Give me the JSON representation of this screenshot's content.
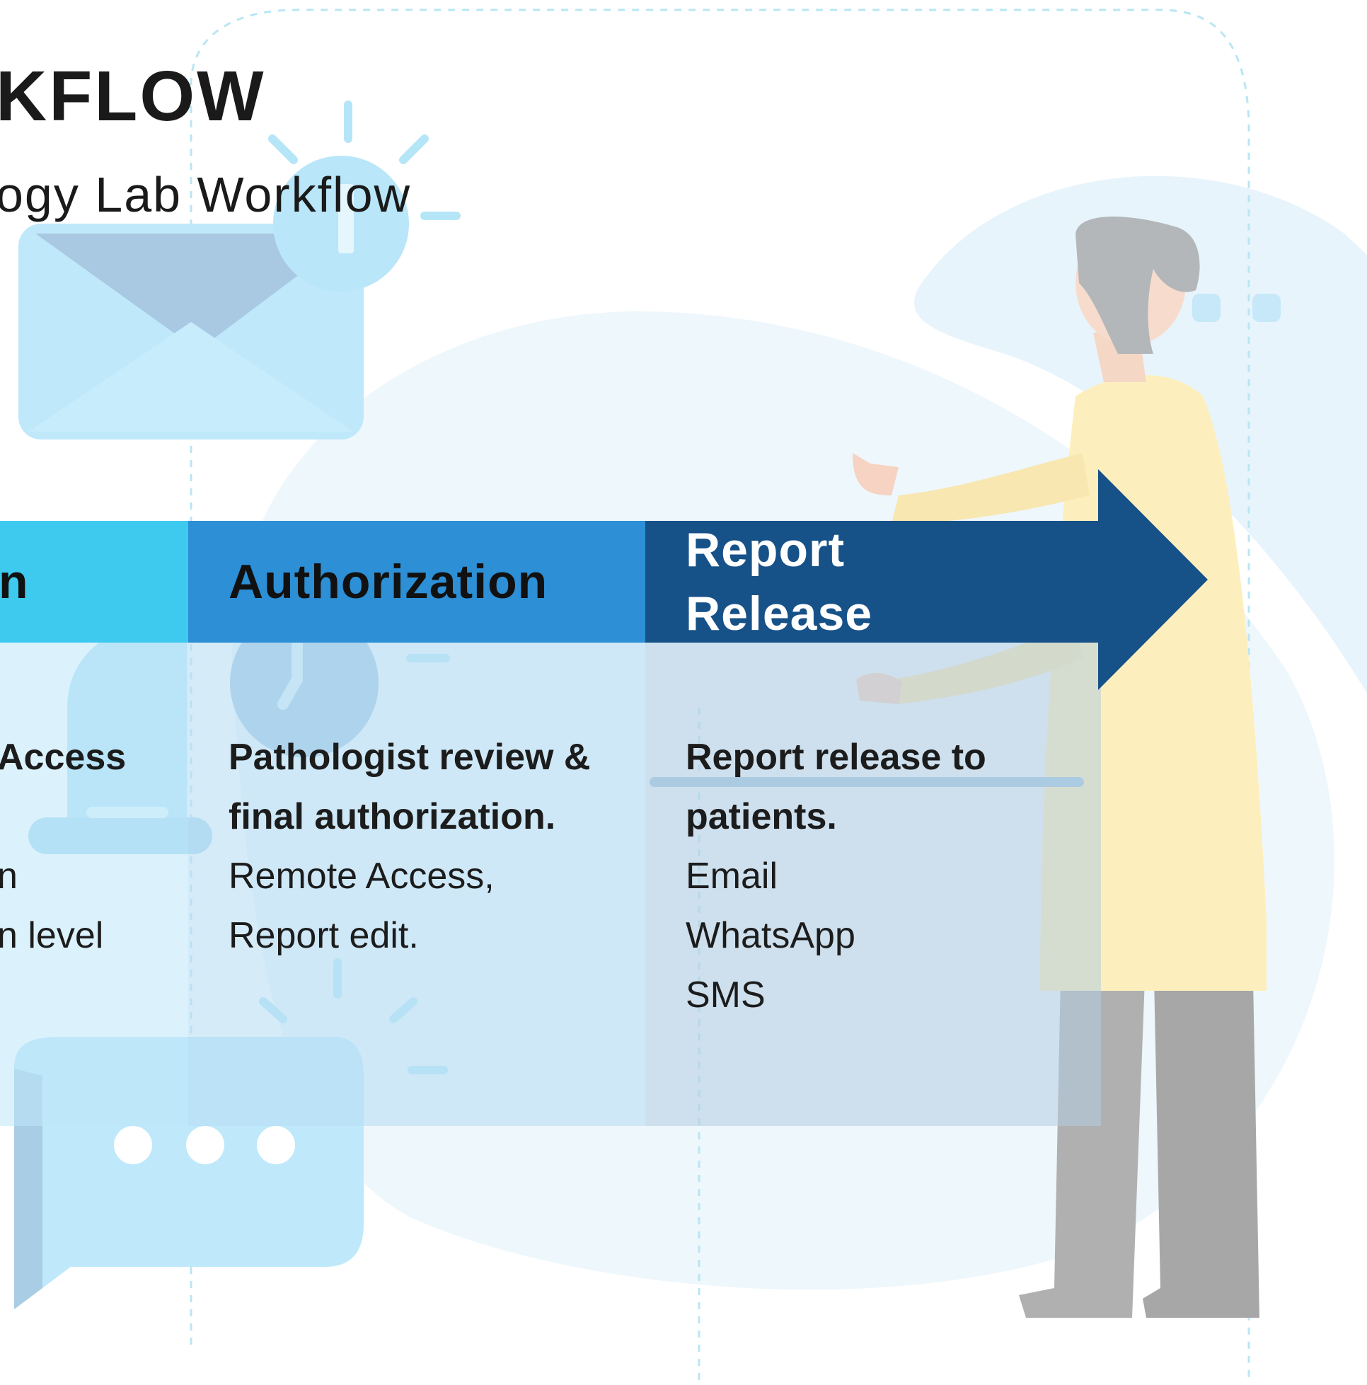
{
  "header": {
    "title": "KFLOW",
    "subtitle": "ogy Lab Workflow"
  },
  "steps": [
    {
      "heading": "n",
      "bold_lines": [
        "Access"
      ],
      "lines": [
        "n",
        "n level"
      ],
      "color": "#3ec9ef"
    },
    {
      "heading": "Authorization",
      "bold_lines": [
        "Pathologist review &",
        "final authorization."
      ],
      "lines": [
        "Remote Access,",
        "Report edit."
      ],
      "color": "#2d8fd5"
    },
    {
      "heading_lines": [
        "Report",
        "Release"
      ],
      "bold_lines": [
        "Report release to",
        "patients."
      ],
      "lines": [
        "Email",
        "WhatsApp",
        "SMS"
      ],
      "color": "#165188"
    }
  ],
  "colors": {
    "heading_text_dark": "#111111",
    "heading_text_light": "#ffffff",
    "body_tint": "#c6e3f4"
  },
  "illustration": {
    "icons": [
      "envelope-icon",
      "notification-badge-icon",
      "alarm-clock-icon",
      "chat-bubble-icon",
      "person-figure-icon"
    ]
  }
}
